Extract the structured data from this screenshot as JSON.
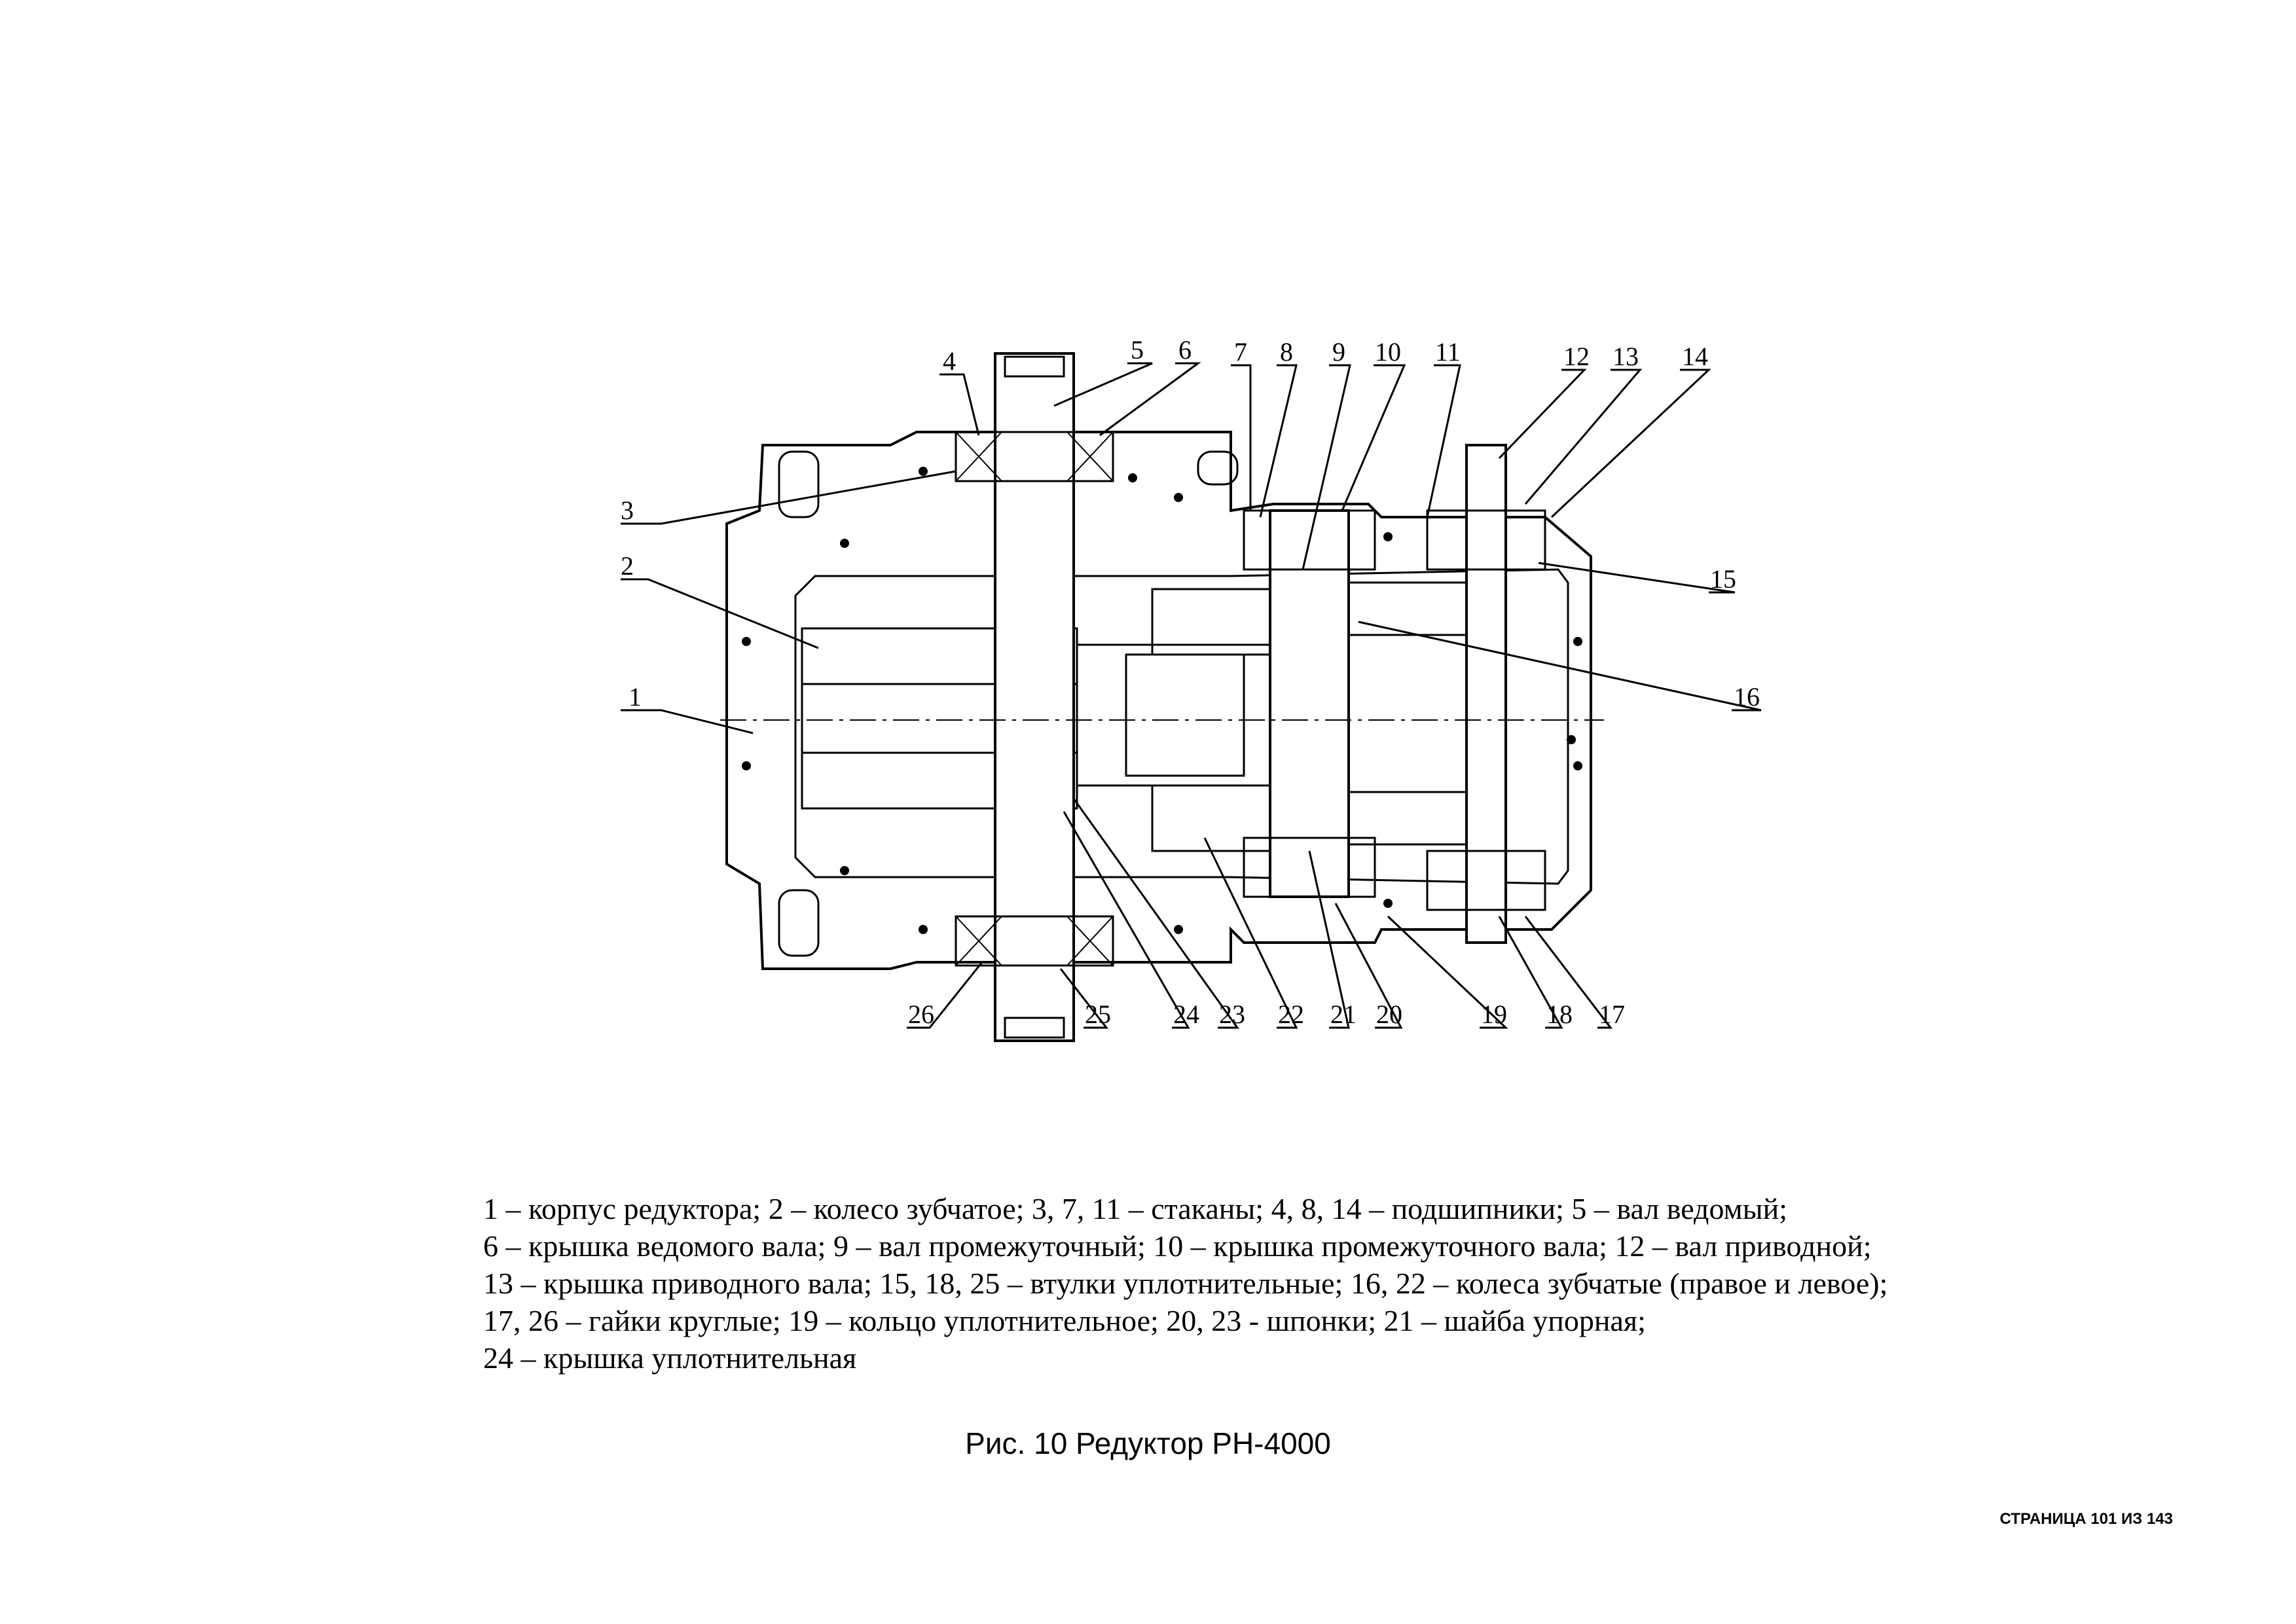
{
  "figure": {
    "callouts": [
      {
        "n": "1",
        "label": "1"
      },
      {
        "n": "2",
        "label": "2"
      },
      {
        "n": "3",
        "label": "3"
      },
      {
        "n": "4",
        "label": "4"
      },
      {
        "n": "5",
        "label": "5"
      },
      {
        "n": "6",
        "label": "6"
      },
      {
        "n": "7",
        "label": "7"
      },
      {
        "n": "8",
        "label": "8"
      },
      {
        "n": "9",
        "label": "9"
      },
      {
        "n": "10",
        "label": "10"
      },
      {
        "n": "11",
        "label": "11"
      },
      {
        "n": "12",
        "label": "12"
      },
      {
        "n": "13",
        "label": "13"
      },
      {
        "n": "14",
        "label": "14"
      },
      {
        "n": "15",
        "label": "15"
      },
      {
        "n": "16",
        "label": "16"
      },
      {
        "n": "17",
        "label": "17"
      },
      {
        "n": "18",
        "label": "18"
      },
      {
        "n": "19",
        "label": "19"
      },
      {
        "n": "20",
        "label": "20"
      },
      {
        "n": "21",
        "label": "21"
      },
      {
        "n": "22",
        "label": "22"
      },
      {
        "n": "23",
        "label": "23"
      },
      {
        "n": "24",
        "label": "24"
      },
      {
        "n": "25",
        "label": "25"
      },
      {
        "n": "26",
        "label": "26"
      }
    ]
  },
  "legend": {
    "lines": [
      "1 – корпус редуктора; 2 – колесо зубчатое; 3, 7, 11 – стаканы; 4, 8, 14 – подшипники; 5 – вал ведомый;",
      "6 – крышка ведомого вала; 9  – вал промежуточный; 10 – крышка промежуточного вала; 12 – вал приводной;",
      "13 – крышка приводного вала; 15, 18, 25 – втулки уплотнительные; 16, 22 – колеса зубчатые (правое и левое);",
      "17, 26 – гайки круглые; 19 – кольцо уплотнительное; 20, 23 - шпонки; 21 – шайба упорная;",
      "24 – крышка уплотнительная"
    ]
  },
  "caption": "Рис. 10 Редуктор РН-4000",
  "page_number": "СТРАНИЦА 101 ИЗ 143"
}
